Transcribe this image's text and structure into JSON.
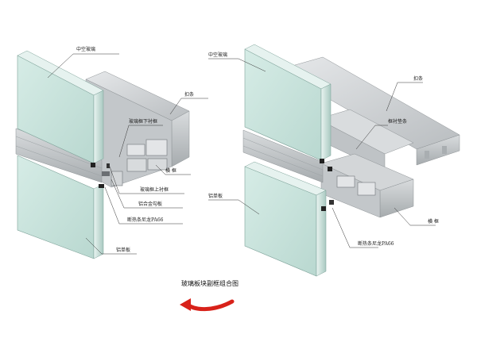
{
  "left": {
    "labels": {
      "hollow_glass": "中空玻璃",
      "fixing_strip": "扣条",
      "glass_lower_frame": "玻璃框下衬框",
      "horizontal_frame": "横 框",
      "glass_upper_frame": "玻璃框上衬框",
      "alloy_hook": "铝合金勾板",
      "insulation_strip": "断热条尼龙PA66",
      "aluminum_panel": "铝单板"
    }
  },
  "right": {
    "labels": {
      "hollow_glass": "中空玻璃",
      "fixing_strip": "扣条",
      "frame_spacer": "框衬垫条",
      "aluminum_panel": "铝单板",
      "horizontal_frame": "横 框",
      "insulation_strip": "断热条尼龙PA66"
    }
  },
  "caption": "玻璃板块副框组合图",
  "colors": {
    "glass": "#cfe6e0",
    "aluminum": "#c9ccce",
    "arrow": "#d8221a"
  }
}
